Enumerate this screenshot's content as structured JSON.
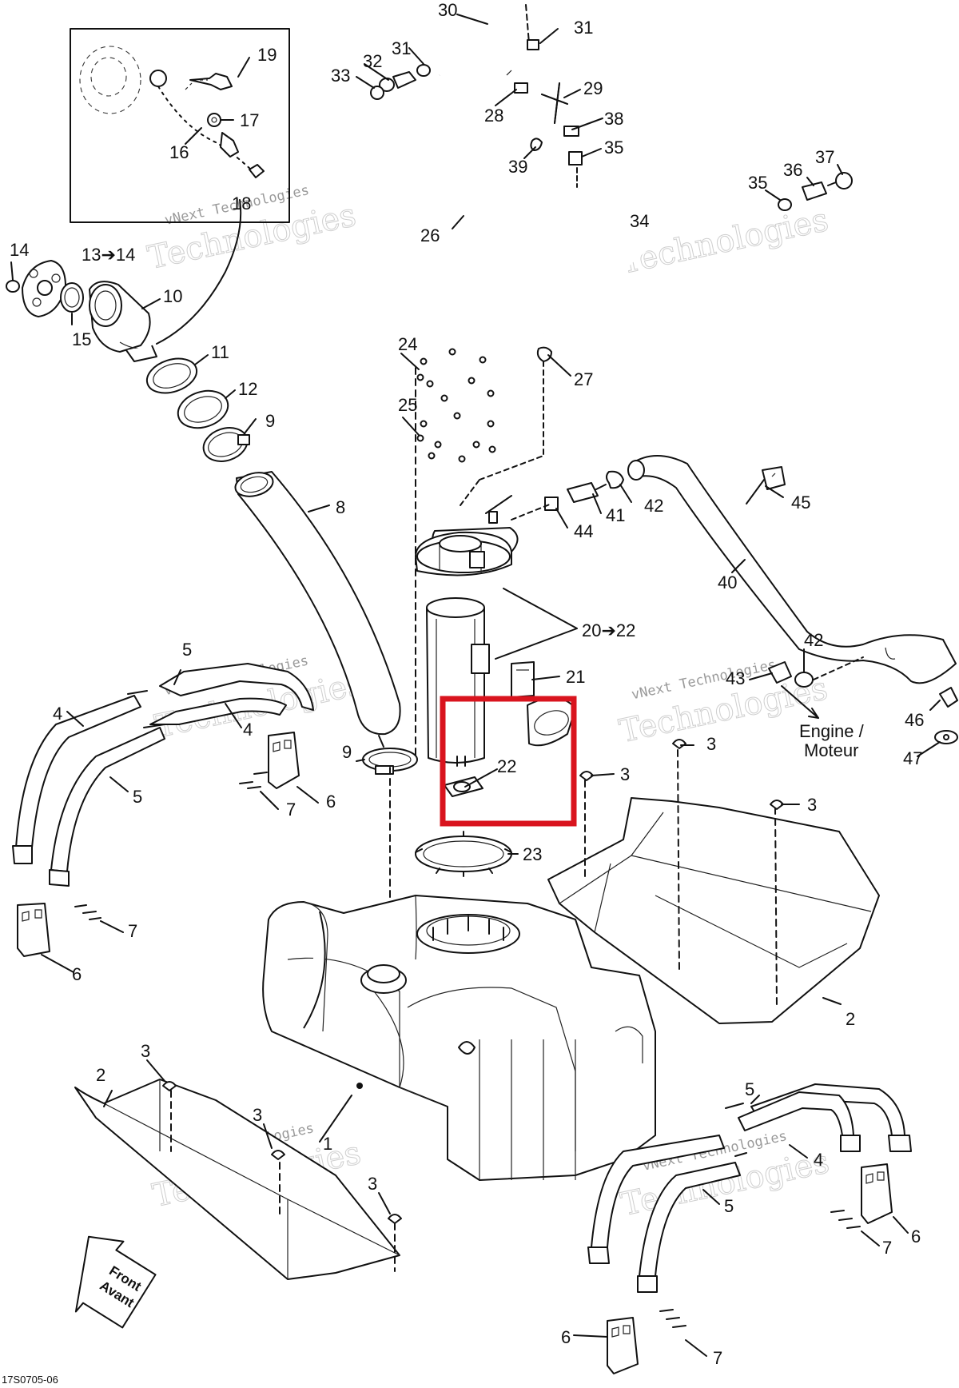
{
  "diagram": {
    "drawing_id": "17S0705-06",
    "front_arrow": {
      "line1": "Front",
      "line2": "Avant"
    },
    "engine_note": {
      "line1": "Engine /",
      "line2": "Moteur"
    },
    "watermark": {
      "line1": "vNext Technologies",
      "line2": "Technologies"
    },
    "highlight_color": "#d9141e",
    "callouts": [
      {
        "id": "c30",
        "text": "30"
      },
      {
        "id": "c31a",
        "text": "31"
      },
      {
        "id": "c31b",
        "text": "31"
      },
      {
        "id": "c32",
        "text": "32"
      },
      {
        "id": "c33",
        "text": "33"
      },
      {
        "id": "c29",
        "text": "29"
      },
      {
        "id": "c28",
        "text": "28"
      },
      {
        "id": "c38",
        "text": "38"
      },
      {
        "id": "c35a",
        "text": "35"
      },
      {
        "id": "c39",
        "text": "39"
      },
      {
        "id": "c37",
        "text": "37"
      },
      {
        "id": "c36",
        "text": "36"
      },
      {
        "id": "c35b",
        "text": "35"
      },
      {
        "id": "c34",
        "text": "34"
      },
      {
        "id": "c26",
        "text": "26"
      },
      {
        "id": "c27",
        "text": "27"
      },
      {
        "id": "c19",
        "text": "19"
      },
      {
        "id": "c17",
        "text": "17"
      },
      {
        "id": "c16",
        "text": "16"
      },
      {
        "id": "c18",
        "text": "18"
      },
      {
        "id": "c14",
        "text": "14"
      },
      {
        "id": "c13",
        "text": "13➔14"
      },
      {
        "id": "c10",
        "text": "10"
      },
      {
        "id": "c15",
        "text": "15"
      },
      {
        "id": "c11",
        "text": "11"
      },
      {
        "id": "c12",
        "text": "12"
      },
      {
        "id": "c9a",
        "text": "9"
      },
      {
        "id": "c8",
        "text": "8"
      },
      {
        "id": "c24",
        "text": "24"
      },
      {
        "id": "c25",
        "text": "25"
      },
      {
        "id": "c42a",
        "text": "42"
      },
      {
        "id": "c41",
        "text": "41"
      },
      {
        "id": "c44",
        "text": "44"
      },
      {
        "id": "c45",
        "text": "45"
      },
      {
        "id": "c40",
        "text": "40"
      },
      {
        "id": "c20",
        "text": "20➔22"
      },
      {
        "id": "c21",
        "text": "21"
      },
      {
        "id": "c42b",
        "text": "42"
      },
      {
        "id": "c43",
        "text": "43"
      },
      {
        "id": "c46",
        "text": "46"
      },
      {
        "id": "c47",
        "text": "47"
      },
      {
        "id": "c22",
        "text": "22"
      },
      {
        "id": "c23",
        "text": "23"
      },
      {
        "id": "c9b",
        "text": "9"
      },
      {
        "id": "c3a",
        "text": "3"
      },
      {
        "id": "c3b",
        "text": "3"
      },
      {
        "id": "c3c",
        "text": "3"
      },
      {
        "id": "c5a",
        "text": "5"
      },
      {
        "id": "c4a",
        "text": "4"
      },
      {
        "id": "c4b",
        "text": "4"
      },
      {
        "id": "c5b",
        "text": "5"
      },
      {
        "id": "c6a",
        "text": "6"
      },
      {
        "id": "c7a",
        "text": "7"
      },
      {
        "id": "c7b",
        "text": "7"
      },
      {
        "id": "c6b",
        "text": "6"
      },
      {
        "id": "c2a",
        "text": "2"
      },
      {
        "id": "c1",
        "text": "1"
      },
      {
        "id": "c2b",
        "text": "2"
      },
      {
        "id": "c3d",
        "text": "3"
      },
      {
        "id": "c3e",
        "text": "3"
      },
      {
        "id": "c3f",
        "text": "3"
      },
      {
        "id": "c5c",
        "text": "5"
      },
      {
        "id": "c4c",
        "text": "4"
      },
      {
        "id": "c5d",
        "text": "5"
      },
      {
        "id": "c6c",
        "text": "6"
      },
      {
        "id": "c7c",
        "text": "7"
      },
      {
        "id": "c6d",
        "text": "6"
      },
      {
        "id": "c7d",
        "text": "7"
      }
    ]
  }
}
